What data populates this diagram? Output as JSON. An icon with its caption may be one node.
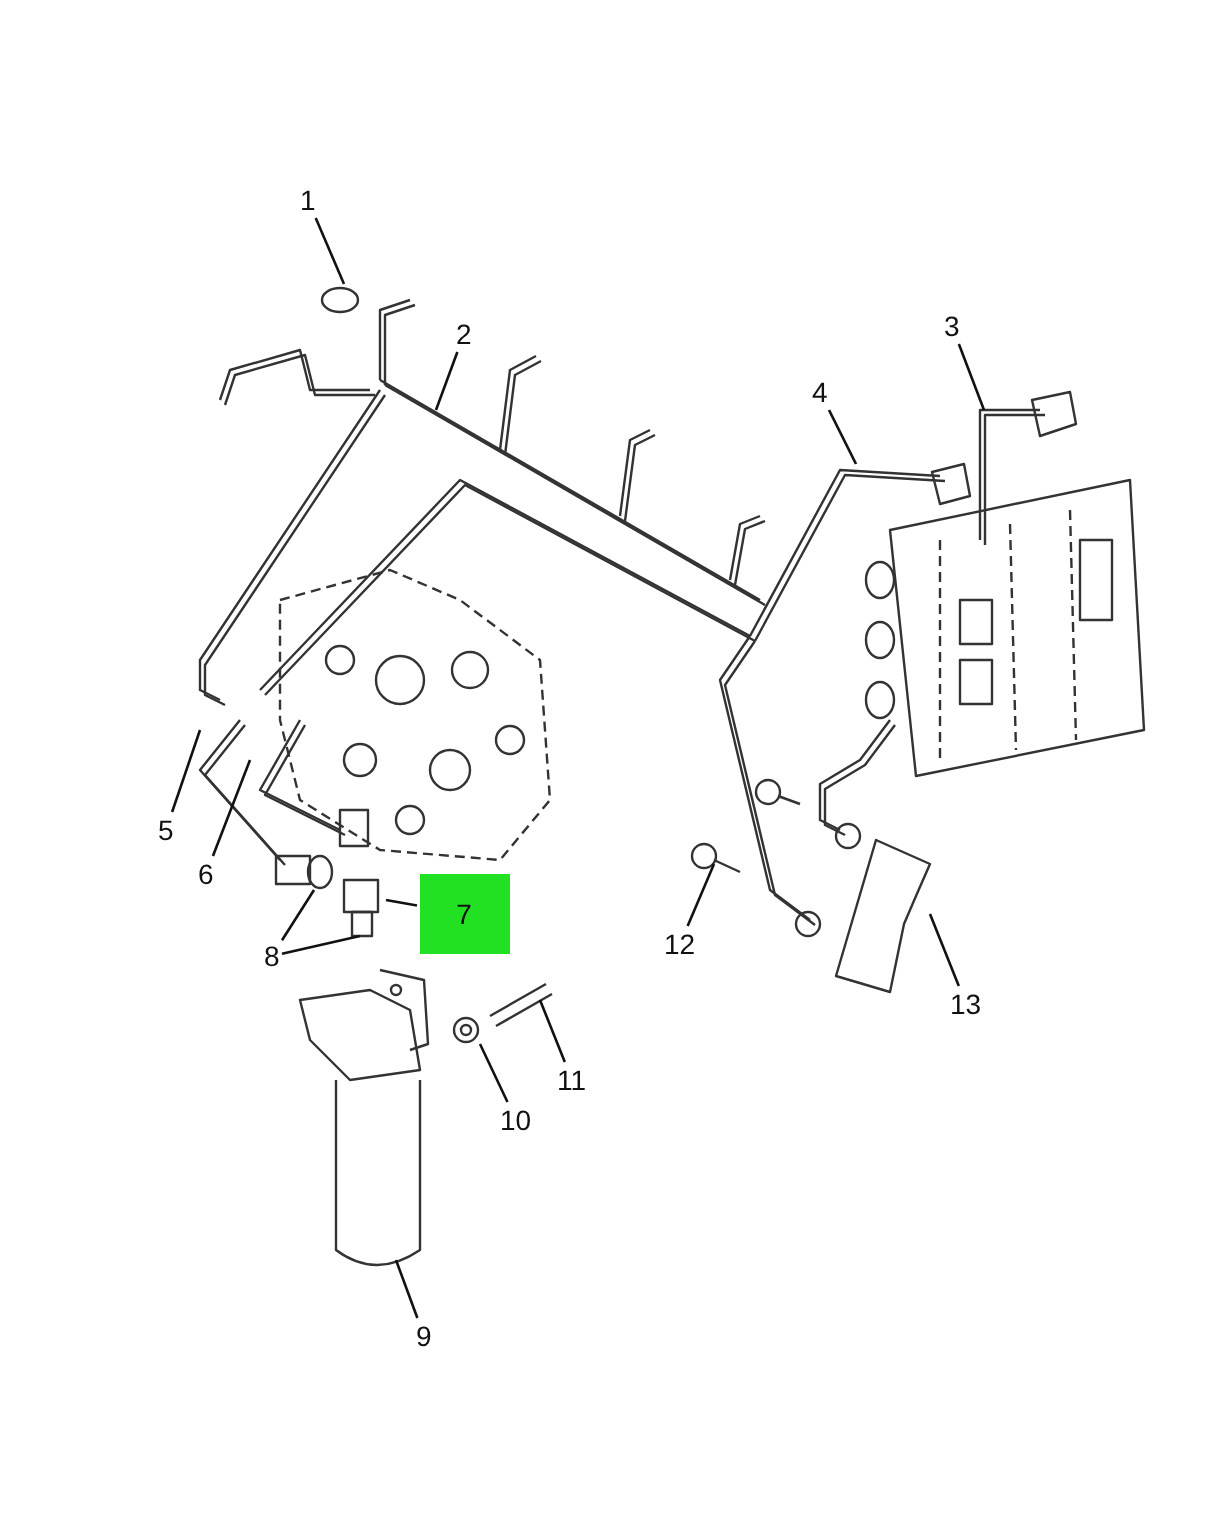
{
  "diagram": {
    "nodes": [
      {
        "text": [
          "1"
        ]
      },
      {
        "text": [
          "2"
        ]
      },
      {
        "text": [
          "3"
        ]
      },
      {
        "text": [
          "4"
        ]
      },
      {
        "text": [
          "5"
        ]
      },
      {
        "text": [
          "6"
        ]
      },
      {
        "text": [
          "7"
        ]
      },
      {
        "text": [
          "8"
        ]
      },
      {
        "text": [
          "9"
        ]
      },
      {
        "text": [
          "10"
        ]
      },
      {
        "text": [
          "11"
        ]
      },
      {
        "text": [
          "12"
        ]
      },
      {
        "text": [
          "13"
        ]
      }
    ],
    "edges": [
      {
        "from": 0,
        "to": null,
        "arrow": "none"
      },
      {
        "from": 1,
        "to": null,
        "arrow": "none"
      },
      {
        "from": 2,
        "to": null,
        "arrow": "none"
      },
      {
        "from": 3,
        "to": null,
        "arrow": "none"
      },
      {
        "from": 4,
        "to": null,
        "arrow": "none"
      },
      {
        "from": 5,
        "to": null,
        "arrow": "none"
      },
      {
        "from": 6,
        "to": null,
        "arrow": "none"
      },
      {
        "from": 7,
        "to": null,
        "arrow": "none"
      },
      {
        "from": 7,
        "to": null,
        "arrow": "none"
      },
      {
        "from": 8,
        "to": null,
        "arrow": "none"
      },
      {
        "from": 9,
        "to": null,
        "arrow": "none"
      },
      {
        "from": 10,
        "to": null,
        "arrow": "none"
      },
      {
        "from": 11,
        "to": null,
        "arrow": "none"
      },
      {
        "from": 12,
        "to": null,
        "arrow": "none"
      }
    ]
  }
}
